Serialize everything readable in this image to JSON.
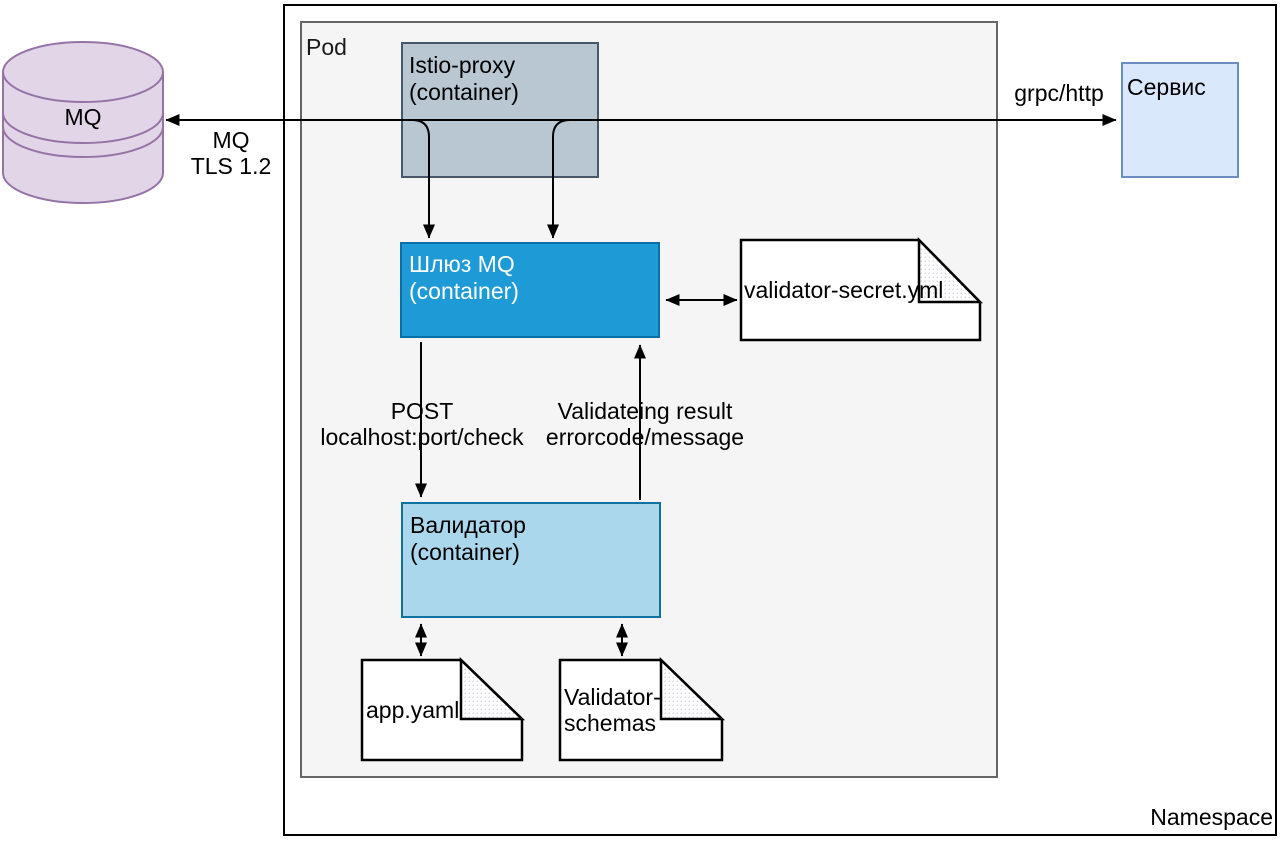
{
  "diagram": {
    "namespace": {
      "label": "Namespace"
    },
    "pod": {
      "label": "Pod"
    },
    "nodes": {
      "mq_db": {
        "label": "MQ"
      },
      "istio_proxy": {
        "title": "Istio-proxy",
        "subtitle": "(container)"
      },
      "mq_gateway": {
        "title": "Шлюз MQ",
        "subtitle": "(container)"
      },
      "validator": {
        "title": "Валидатор",
        "subtitle": "(container)"
      },
      "service": {
        "label": "Сервис"
      },
      "validator_secret_file": {
        "label": "validator-secret.yml"
      },
      "app_yaml_file": {
        "label": "app.yaml"
      },
      "validator_schemas_file": {
        "label": "Validator-schemas"
      }
    },
    "edges": {
      "mq_connection": {
        "label_line1": "MQ",
        "label_line2": "TLS 1.2"
      },
      "service_connection": {
        "label": "grpc/http"
      },
      "post_check": {
        "label_line1": "POST",
        "label_line2": "localhost:port/check"
      },
      "validation_result": {
        "label_line1": "Validateing result",
        "label_line2": "errorcode/message"
      }
    },
    "colors": {
      "mq_db_fill": "#E1D5E7",
      "mq_db_stroke": "#9673A6",
      "istio_fill": "#B9C7D3",
      "istio_stroke": "#46586A",
      "gateway_fill": "#1E9BD7",
      "gateway_stroke": "#0A6EA8",
      "validator_fill": "#ABD7EC",
      "validator_stroke": "#10739E",
      "service_fill": "#DAE8FC",
      "service_stroke": "#6C8EBF",
      "pod_fill": "#F5F5F5",
      "pod_stroke": "#666666",
      "namespace_stroke": "#000000",
      "arrow_color": "#000000",
      "file_fill": "#FFFFFF",
      "file_stroke": "#000000"
    }
  }
}
